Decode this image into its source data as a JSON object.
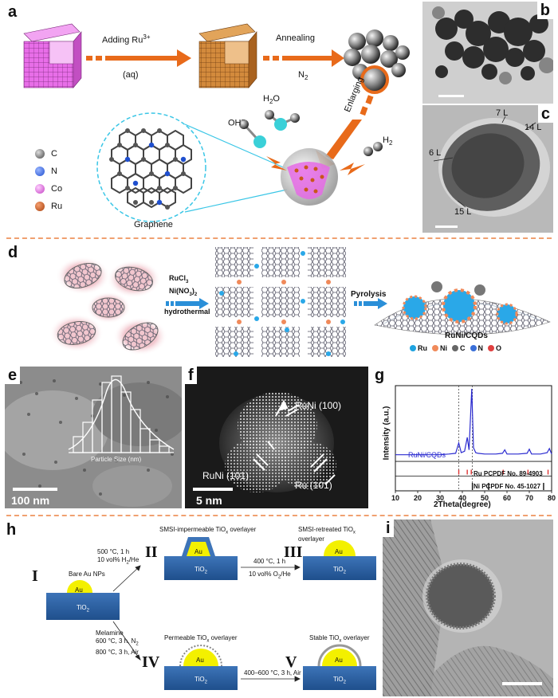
{
  "panels": {
    "a": {
      "label": "a",
      "step1_top": "Adding Ru",
      "step1_sup": "3+",
      "step1_bottom": "(aq)",
      "step2_top": "Annealing",
      "step2_bottom": "N",
      "step2_sub": "2",
      "enlarging": "Enlarging",
      "oh": "OH",
      "oh_sup": "−",
      "h2o": "H",
      "h2o_sub": "2",
      "h2o_tail": "O",
      "h2": "H",
      "h2_sub": "2",
      "graphene": "Graphene",
      "legend": [
        {
          "label": "C",
          "color": "#555555"
        },
        {
          "label": "N",
          "color": "#1f4fcf"
        },
        {
          "label": "Co",
          "color": "#e56ae5"
        },
        {
          "label": "Ru",
          "color": "#c8561a"
        }
      ]
    },
    "b": {
      "label": "b"
    },
    "c": {
      "label": "c",
      "layers": [
        "7 L",
        "14 L",
        "6 L",
        "15 L"
      ]
    },
    "d": {
      "label": "d",
      "reagent1": "RuCl",
      "reagent1_sub": "3",
      "reagent2": "Ni(NO",
      "reagent2_sub": "3",
      "reagent2_tail": ")",
      "reagent2_sub2": "2",
      "step": "hydrothermal",
      "pyrolysis": "Pyrolysis",
      "product": "RuNi/CQDs",
      "legend": [
        {
          "label": "Ru",
          "color": "#1fa3e0"
        },
        {
          "label": "Ni",
          "color": "#f08a5a"
        },
        {
          "label": "C",
          "color": "#666666"
        },
        {
          "label": "N",
          "color": "#3a6fd8"
        },
        {
          "label": "O",
          "color": "#e04040"
        }
      ]
    },
    "e": {
      "label": "e",
      "scale": "100 nm",
      "histogram_xlabel": "Particle Size (nm)"
    },
    "f": {
      "label": "f",
      "scale": "5 nm",
      "planes": [
        "RuNi (100)",
        "RuNi (101)",
        "Ru (101)"
      ]
    },
    "g": {
      "label": "g",
      "sample": "RuNi/CQDs",
      "ref1": "Ru PCPDF No. 89-4903",
      "ref2": "Ni PCPDF No. 45-1027"
    },
    "h": {
      "label": "h",
      "roman": [
        "I",
        "II",
        "III",
        "IV",
        "V"
      ],
      "bare": "Bare Au NPs",
      "au": "Au",
      "tio2": "TiO",
      "tio2_sub": "2",
      "t12_a": "500 °C, 1 h",
      "t12_b": "10 vol% H",
      "t12_b_sub": "2",
      "t12_b_tail": "/He",
      "t23_a": "400 °C, 1 h",
      "t23_b": "10 vol% O",
      "t23_b_sub": "2",
      "t23_b_tail": "/He",
      "t14_a": "Melamine",
      "t14_b": "600 °C, 3 h, N",
      "t14_b_sub": "2",
      "t14_c": "800 °C, 3 h, Air",
      "t45": "400–600 °C, 3 h, Air",
      "title2": "SMSI-impermeable TiO",
      "title2_sub": "x",
      "title2_tail": " overlayer",
      "title3": "SMSI-retreated TiO",
      "title3_sub": "x",
      "title3_tail": " overlayer",
      "title4": "Permeable TiO",
      "title4_sub": "x",
      "title4_tail": " overlayer",
      "title5": "Stable TiO",
      "title5_sub": "x",
      "title5_tail": " overlayer"
    },
    "i": {
      "label": "i"
    }
  },
  "chart_data": {
    "type": "line",
    "title": "",
    "xlabel": "2Theta(degree)",
    "ylabel": "Intensity (a.u.)",
    "xlim": [
      10,
      80
    ],
    "xticks": [
      10,
      20,
      30,
      40,
      50,
      60,
      70,
      80
    ],
    "series": [
      {
        "name": "RuNi/CQDs",
        "x": [
          10,
          15,
          20,
          25,
          30,
          34,
          37,
          38.4,
          39.5,
          41,
          42.2,
          43,
          44.2,
          45,
          46,
          47,
          50,
          55,
          58,
          59,
          60,
          65,
          69,
          70,
          71,
          75,
          78,
          79,
          80
        ],
        "y": [
          0.05,
          0.05,
          0.05,
          0.05,
          0.05,
          0.06,
          0.07,
          0.22,
          0.08,
          0.1,
          0.3,
          0.12,
          1.0,
          0.15,
          0.08,
          0.07,
          0.06,
          0.06,
          0.07,
          0.12,
          0.06,
          0.06,
          0.07,
          0.13,
          0.06,
          0.06,
          0.08,
          0.14,
          0.06
        ]
      }
    ],
    "reference_sticks": [
      {
        "name": "Ru PCPDF No. 89-4903",
        "x": [
          38.4,
          42.2,
          44.0,
          58.3,
          69.4,
          78.4
        ]
      },
      {
        "name": "Ni PCPDF No. 45-1027",
        "x": [
          44.5,
          51.8,
          76.4
        ]
      }
    ],
    "dashed_lines_x": [
      38.4,
      44.5
    ],
    "color": "#2b2bd0",
    "grid": false
  }
}
